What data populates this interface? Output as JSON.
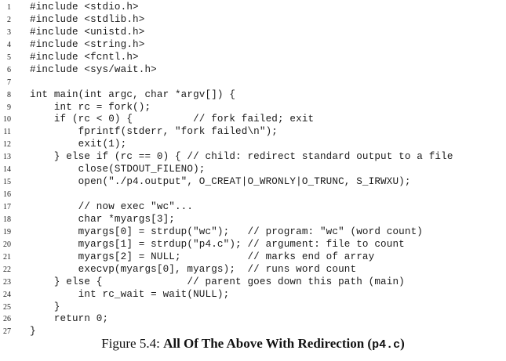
{
  "listing": [
    {
      "n": "1",
      "code": "#include <stdio.h>"
    },
    {
      "n": "2",
      "code": "#include <stdlib.h>"
    },
    {
      "n": "3",
      "code": "#include <unistd.h>"
    },
    {
      "n": "4",
      "code": "#include <string.h>"
    },
    {
      "n": "5",
      "code": "#include <fcntl.h>"
    },
    {
      "n": "6",
      "code": "#include <sys/wait.h>"
    },
    {
      "n": "7",
      "code": ""
    },
    {
      "n": "8",
      "code": "int main(int argc, char *argv[]) {"
    },
    {
      "n": "9",
      "code": "    int rc = fork();"
    },
    {
      "n": "10",
      "code": "    if (rc < 0) {          // fork failed; exit"
    },
    {
      "n": "11",
      "code": "        fprintf(stderr, \"fork failed\\n\");"
    },
    {
      "n": "12",
      "code": "        exit(1);"
    },
    {
      "n": "13",
      "code": "    } else if (rc == 0) { // child: redirect standard output to a file"
    },
    {
      "n": "14",
      "code": "        close(STDOUT_FILENO);"
    },
    {
      "n": "15",
      "code": "        open(\"./p4.output\", O_CREAT|O_WRONLY|O_TRUNC, S_IRWXU);"
    },
    {
      "n": "16",
      "code": ""
    },
    {
      "n": "17",
      "code": "        // now exec \"wc\"..."
    },
    {
      "n": "18",
      "code": "        char *myargs[3];"
    },
    {
      "n": "19",
      "code": "        myargs[0] = strdup(\"wc\");   // program: \"wc\" (word count)"
    },
    {
      "n": "20",
      "code": "        myargs[1] = strdup(\"p4.c\"); // argument: file to count"
    },
    {
      "n": "21",
      "code": "        myargs[2] = NULL;           // marks end of array"
    },
    {
      "n": "22",
      "code": "        execvp(myargs[0], myargs);  // runs word count"
    },
    {
      "n": "23",
      "code": "    } else {              // parent goes down this path (main)"
    },
    {
      "n": "24",
      "code": "        int rc_wait = wait(NULL);"
    },
    {
      "n": "25",
      "code": "    }"
    },
    {
      "n": "26",
      "code": "    return 0;"
    },
    {
      "n": "27",
      "code": "}"
    }
  ],
  "caption": {
    "label": "Figure 5.4: ",
    "title": "All Of The Above With Redirection (",
    "code": "p4.c",
    "close": ")"
  }
}
